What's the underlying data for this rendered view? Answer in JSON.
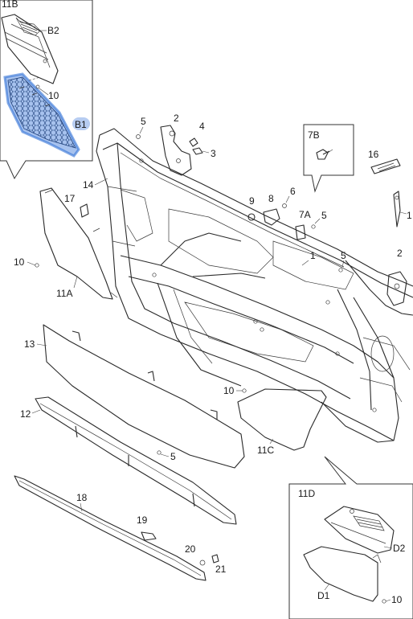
{
  "accent_color": "#2f6fd6",
  "highlight_part": "B1",
  "insets": {
    "top_left": {
      "title": "11B"
    },
    "detail_7b": {
      "title": "7B"
    },
    "bottom_right": {
      "title": "11D"
    }
  },
  "callouts": {
    "b2": "B2",
    "b1": "B1",
    "c10_inset": "10",
    "c5_top": "5",
    "c2_top": "2",
    "c4": "4",
    "c3": "3",
    "c14": "14",
    "c17": "17",
    "c9": "9",
    "c8": "8",
    "c6": "6",
    "c7a": "7A",
    "c5_mid": "5",
    "c1": "1",
    "c5_right": "5",
    "c2_right": "2",
    "c16": "16",
    "c1_edge": "1",
    "c10_left": "10",
    "c11a": "11A",
    "c13": "13",
    "c12": "12",
    "c5_low": "5",
    "c10_center": "10",
    "c11c": "11C",
    "c18": "18",
    "c19": "19",
    "c20": "20",
    "c21": "21",
    "d2": "D2",
    "d1": "D1",
    "c10_br": "10"
  }
}
